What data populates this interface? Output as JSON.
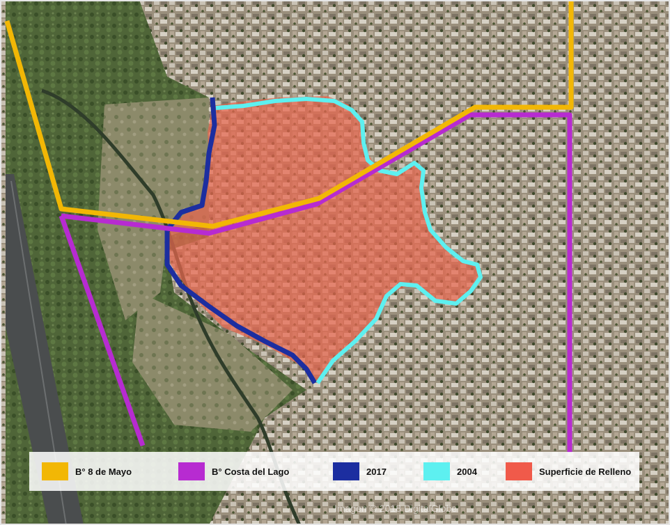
{
  "legend": {
    "items": [
      {
        "label": "B° 8 de Mayo",
        "color": "#f2b705"
      },
      {
        "label": "B° Costa del Lago",
        "color": "#b72bd1"
      },
      {
        "label": "2017",
        "color": "#1c2ea0"
      },
      {
        "label": "2004",
        "color": "#5df0f0"
      },
      {
        "label": "Superficie de Relleno",
        "color": "#f05a4a"
      }
    ]
  },
  "attribution": "Imagen © 2018 DigitalGlobe"
}
